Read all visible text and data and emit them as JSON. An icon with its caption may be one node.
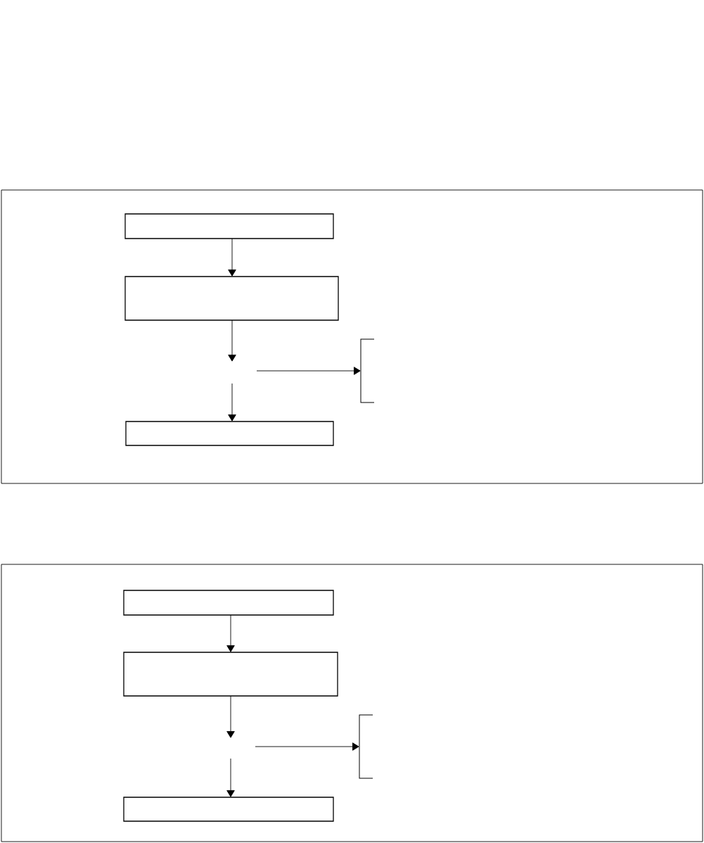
{
  "diagram": {
    "nodes": [
      {
        "text": [],
        "shape": "box"
      },
      {
        "text": [],
        "shape": "box",
        "in": 0
      },
      {
        "text": [],
        "shape": "box",
        "in": 0
      },
      {
        "text": [],
        "shape": "bracket",
        "in": 0
      },
      {
        "text": [],
        "shape": "box",
        "in": 0
      },
      {
        "text": [],
        "shape": "box"
      },
      {
        "text": [],
        "shape": "box",
        "in": 5
      },
      {
        "text": [],
        "shape": "box",
        "in": 5
      },
      {
        "text": [],
        "shape": "bracket",
        "in": 5
      },
      {
        "text": [],
        "shape": "box",
        "in": 5
      }
    ],
    "edges": [
      {
        "from": 1,
        "to": 2,
        "arrow": "to"
      },
      {
        "from": 2,
        "to": null,
        "arrow": "to"
      },
      {
        "from": null,
        "to": 4,
        "arrow": "to"
      },
      {
        "from": null,
        "to": 3,
        "arrow": "to"
      },
      {
        "from": 6,
        "to": 7,
        "arrow": "to"
      },
      {
        "from": 7,
        "to": null,
        "arrow": "to"
      },
      {
        "from": null,
        "to": 9,
        "arrow": "to"
      },
      {
        "from": null,
        "to": 8,
        "arrow": "to"
      }
    ]
  }
}
